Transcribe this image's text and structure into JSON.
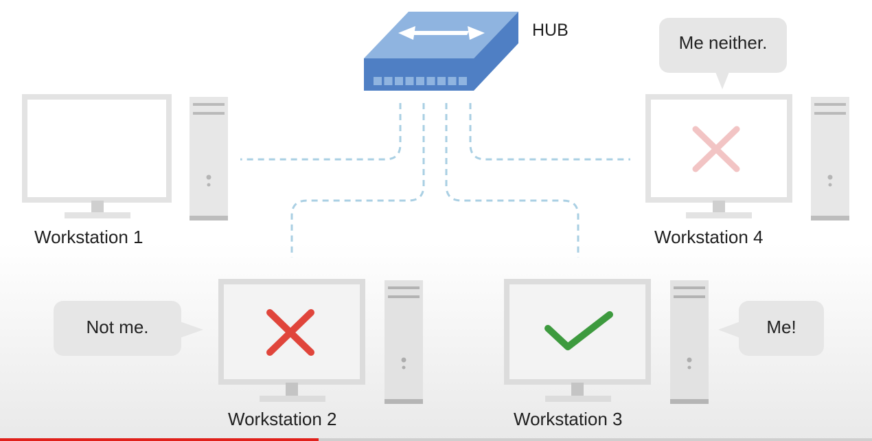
{
  "hub": {
    "label": "HUB"
  },
  "workstations": [
    {
      "id": 1,
      "label": "Workstation 1",
      "status": "none"
    },
    {
      "id": 2,
      "label": "Workstation 2",
      "status": "reject",
      "speech": "Not me."
    },
    {
      "id": 3,
      "label": "Workstation 3",
      "status": "accept",
      "speech": "Me!"
    },
    {
      "id": 4,
      "label": "Workstation 4",
      "status": "reject-faded",
      "speech": "Me neither."
    }
  ],
  "colors": {
    "hub_top": "#8fb4e0",
    "hub_side": "#4f7fc4",
    "link": "#a9cfe3",
    "reject": "#e0453b",
    "reject_faded": "#f2c4c4",
    "accept": "#3d9a3e",
    "monitor": "#e3e3e3",
    "bubble": "#e6e6e6",
    "progress": "#e0201b"
  },
  "progress": {
    "fraction": 0.365
  }
}
